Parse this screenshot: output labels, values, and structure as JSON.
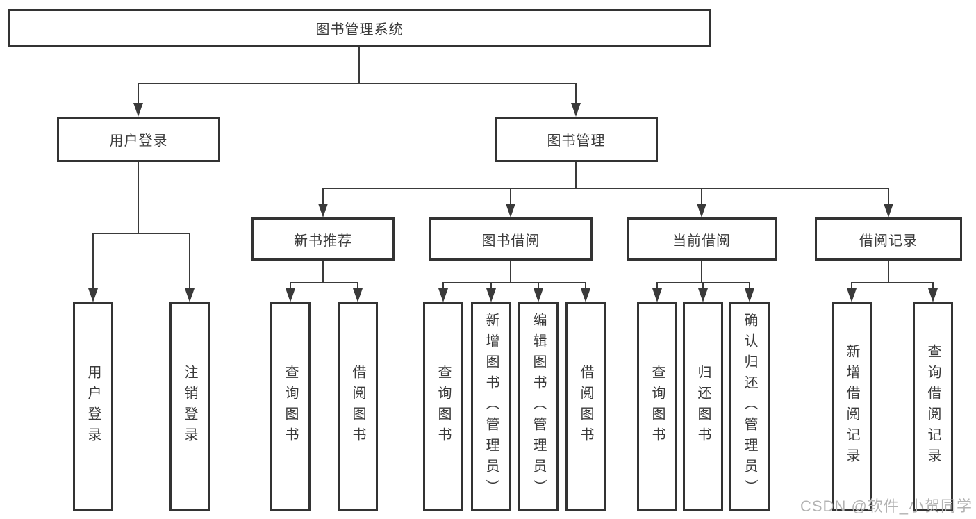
{
  "diagram": {
    "type": "hierarchy-tree",
    "colors": {
      "line": "#3a3a3a",
      "box_border": "#333333",
      "text": "#3a3a3a",
      "background": "#ffffff",
      "watermark": "#b3b3b3"
    },
    "tree": {
      "label": "图书管理系统",
      "children": [
        {
          "label": "用户登录",
          "children": [
            {
              "label": "用户登录"
            },
            {
              "label": "注销登录"
            }
          ]
        },
        {
          "label": "图书管理",
          "children": [
            {
              "label": "新书推荐",
              "children": [
                {
                  "label": "查询图书"
                },
                {
                  "label": "借阅图书"
                }
              ]
            },
            {
              "label": "图书借阅",
              "children": [
                {
                  "label": "查询图书"
                },
                {
                  "label": "新增图书（管理员）"
                },
                {
                  "label": "编辑图书（管理员）"
                },
                {
                  "label": "借阅图书"
                }
              ]
            },
            {
              "label": "当前借阅",
              "children": [
                {
                  "label": "查询图书"
                },
                {
                  "label": "归还图书"
                },
                {
                  "label": "确认归还（管理员）"
                }
              ]
            },
            {
              "label": "借阅记录",
              "children": [
                {
                  "label": "新增借阅记录"
                },
                {
                  "label": "查询借阅记录"
                }
              ]
            }
          ]
        }
      ]
    },
    "watermark": {
      "text": "CSDN @软件_小贺同学"
    }
  }
}
